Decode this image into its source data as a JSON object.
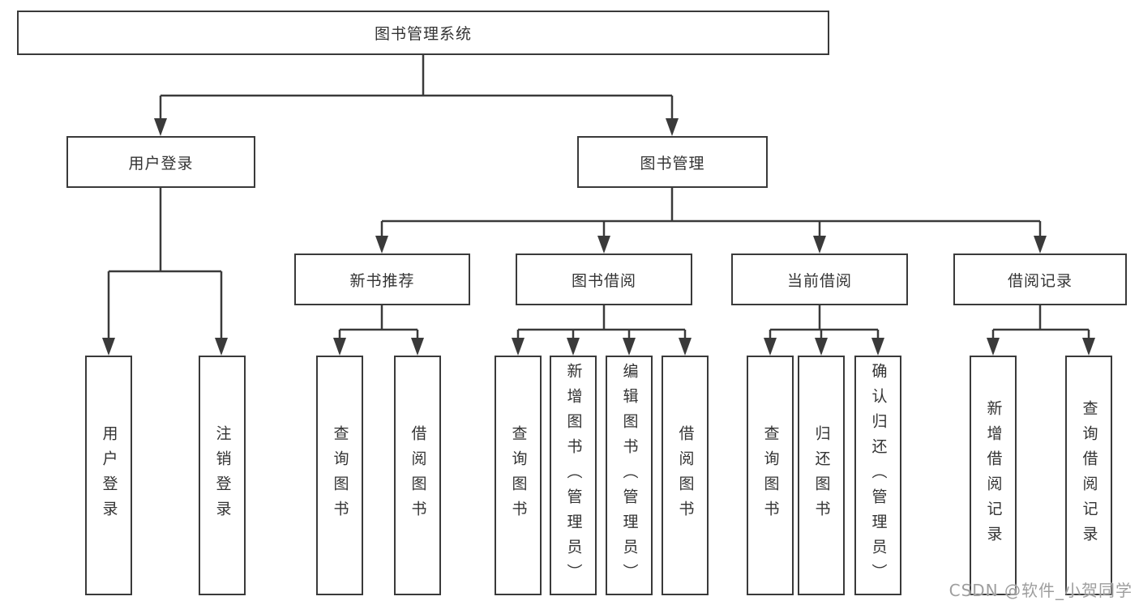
{
  "diagram": {
    "tree": {
      "label": "图书管理系统",
      "children": [
        {
          "label": "用户登录",
          "children": [
            {
              "label": "用户登录"
            },
            {
              "label": "注销登录"
            }
          ]
        },
        {
          "label": "图书管理",
          "children": [
            {
              "label": "新书推荐",
              "children": [
                {
                  "label": "查询图书"
                },
                {
                  "label": "借阅图书"
                }
              ]
            },
            {
              "label": "图书借阅",
              "children": [
                {
                  "label": "查询图书"
                },
                {
                  "label": "新增图书（管理员）"
                },
                {
                  "label": "编辑图书（管理员）"
                },
                {
                  "label": "借阅图书"
                }
              ]
            },
            {
              "label": "当前借阅",
              "children": [
                {
                  "label": "查询图书"
                },
                {
                  "label": "归还图书"
                },
                {
                  "label": "确认归还（管理员）"
                }
              ]
            },
            {
              "label": "借阅记录",
              "children": [
                {
                  "label": "新增借阅记录"
                },
                {
                  "label": "查询借阅记录"
                }
              ]
            }
          ]
        }
      ]
    }
  },
  "watermark": {
    "text": "CSDN @软件_小贺同学"
  },
  "colors": {
    "line": "#3a3a3a",
    "text": "#333333",
    "background": "#ffffff",
    "watermark": "#9e9e9e"
  }
}
